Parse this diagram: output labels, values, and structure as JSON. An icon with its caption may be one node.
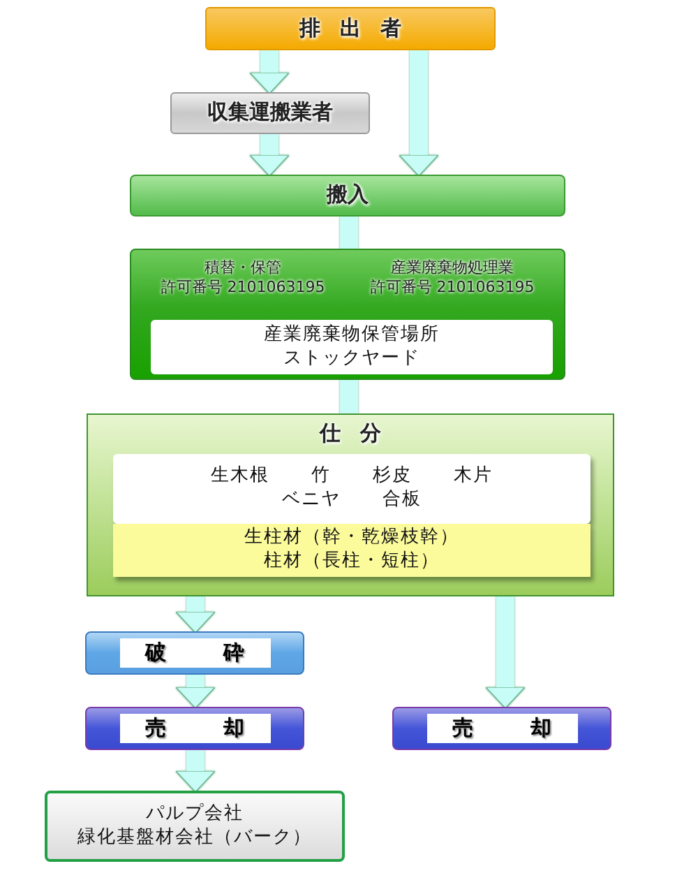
{
  "diagram": {
    "nodes": [
      {
        "text": [
          "排 出 者"
        ]
      },
      {
        "text": [
          "収集運搬業者"
        ]
      },
      {
        "text": [
          "搬入"
        ]
      },
      {
        "text": [
          "積替・保管",
          "許可番号 2101063195",
          "産業廃棄物処理業",
          "許可番号 2101063195"
        ]
      },
      {
        "text": [
          "産業廃棄物保管場所",
          "ストックヤード"
        ],
        "in": 3
      },
      {
        "text": [
          "仕 分"
        ]
      },
      {
        "text": [
          "生木根",
          "竹",
          "杉皮",
          "木片",
          "ベニヤ",
          "合板"
        ],
        "in": 5
      },
      {
        "text": [
          "生柱材（幹・乾燥枝幹）",
          "柱材（長柱・短柱）"
        ],
        "in": 5
      },
      {
        "text": [
          "破 砕"
        ]
      },
      {
        "text": [
          "売 却"
        ]
      },
      {
        "text": [
          "売 却"
        ]
      },
      {
        "text": [
          "パルプ会社",
          "緑化基盤材会社（バーク）"
        ]
      }
    ],
    "edges": [
      {
        "from": 0,
        "to": 1,
        "arrow": "to"
      },
      {
        "from": 0,
        "to": 2,
        "arrow": "to"
      },
      {
        "from": 1,
        "to": 2,
        "arrow": "to"
      },
      {
        "from": 2,
        "to": 3,
        "arrow": "none"
      },
      {
        "from": 3,
        "to": 5,
        "arrow": "none"
      },
      {
        "from": 5,
        "to": 8,
        "arrow": "to"
      },
      {
        "from": 5,
        "to": 10,
        "arrow": "to"
      },
      {
        "from": 8,
        "to": 9,
        "arrow": "to"
      },
      {
        "from": 9,
        "to": 11,
        "arrow": "to"
      }
    ]
  }
}
